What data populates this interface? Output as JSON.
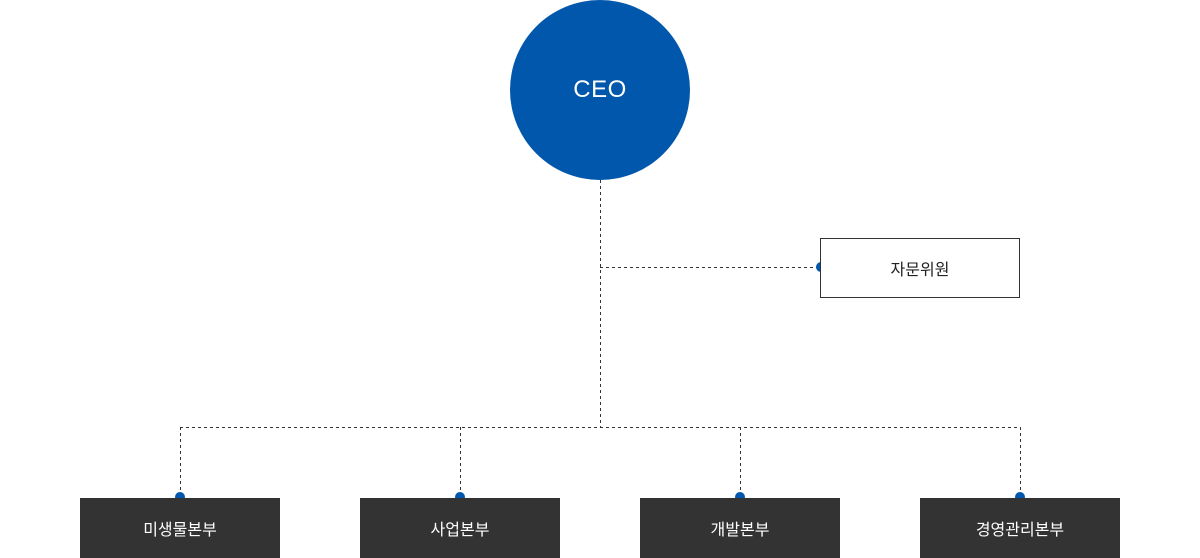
{
  "org_chart": {
    "ceo": {
      "label": "CEO"
    },
    "advisory": {
      "label": "자문위원"
    },
    "departments": [
      {
        "label": "미생물본부"
      },
      {
        "label": "사업본부"
      },
      {
        "label": "개발본부"
      },
      {
        "label": "경영관리본부"
      }
    ]
  },
  "colors": {
    "ceo_fill": "#0057ab",
    "connector_dot": "#0057ab",
    "connector_line": "#333333",
    "department_fill": "#333333",
    "advisory_border": "#333333"
  }
}
